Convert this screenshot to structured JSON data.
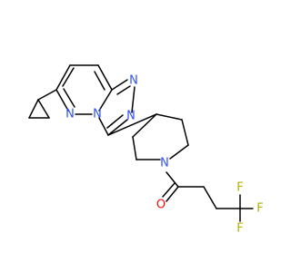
{
  "colors": {
    "bond": "#000000",
    "nitrogen": "#3050F8",
    "oxygen": "#FF0D0D",
    "fluorine": "#B2B200",
    "background": "#FFFFFF"
  },
  "atom_labels": {
    "n_triazole_top": "N",
    "n_triazole_mid": "N",
    "n_bridge": "N",
    "n_pyridazine": "N",
    "n_piperidine": "N",
    "o_carbonyl": "O",
    "f_1": "F",
    "f_2": "F",
    "f_3": "F"
  }
}
